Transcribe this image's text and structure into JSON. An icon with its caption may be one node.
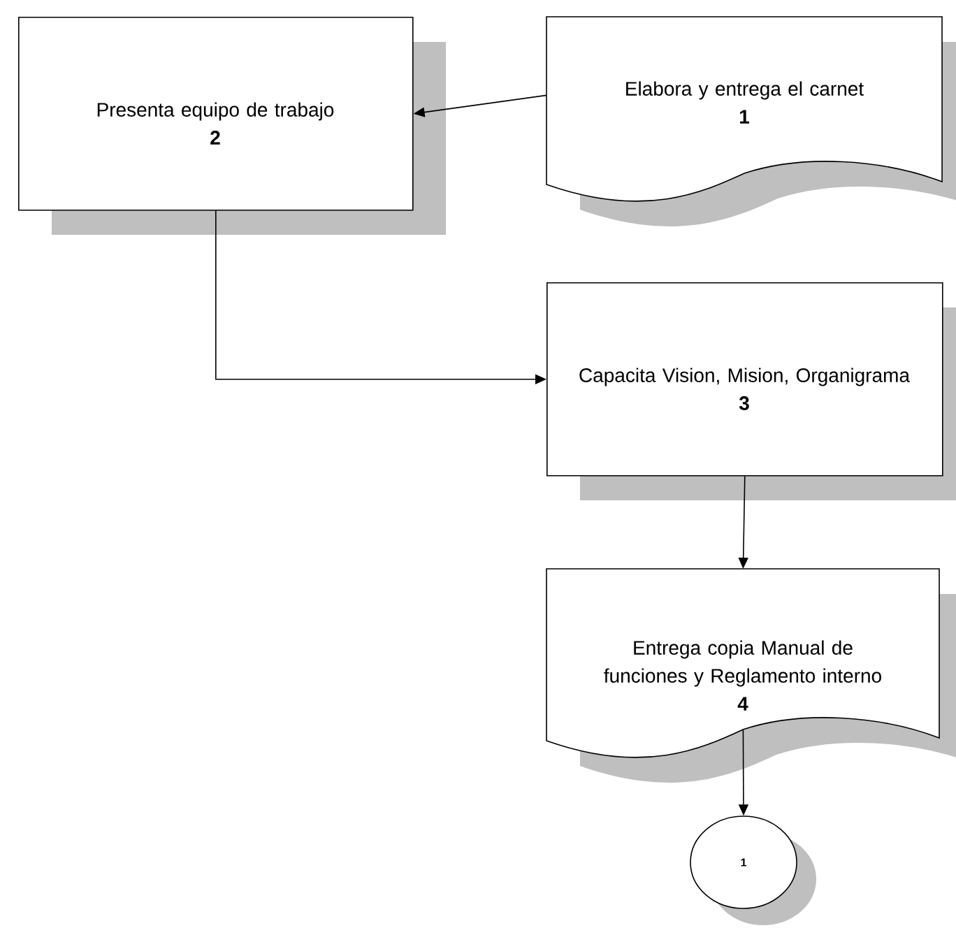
{
  "diagram": {
    "nodes": [
      {
        "text": [
          "Presenta equipo de trabajo",
          "2"
        ]
      },
      {
        "text": [
          "Elabora y entrega el carnet",
          "1"
        ]
      },
      {
        "text": [
          "Capacita Vision, Mision, Organigrama",
          "3"
        ]
      },
      {
        "text": [
          "Entrega copia Manual de funciones y Reglamento interno",
          "4"
        ]
      },
      {
        "text": [
          "1"
        ]
      }
    ],
    "edges": [
      {
        "from": 1,
        "to": 0,
        "arrow": "to"
      },
      {
        "from": 0,
        "to": 2,
        "arrow": "to"
      },
      {
        "from": 2,
        "to": 3,
        "arrow": "to"
      },
      {
        "from": 3,
        "to": 4,
        "arrow": "to"
      }
    ]
  }
}
